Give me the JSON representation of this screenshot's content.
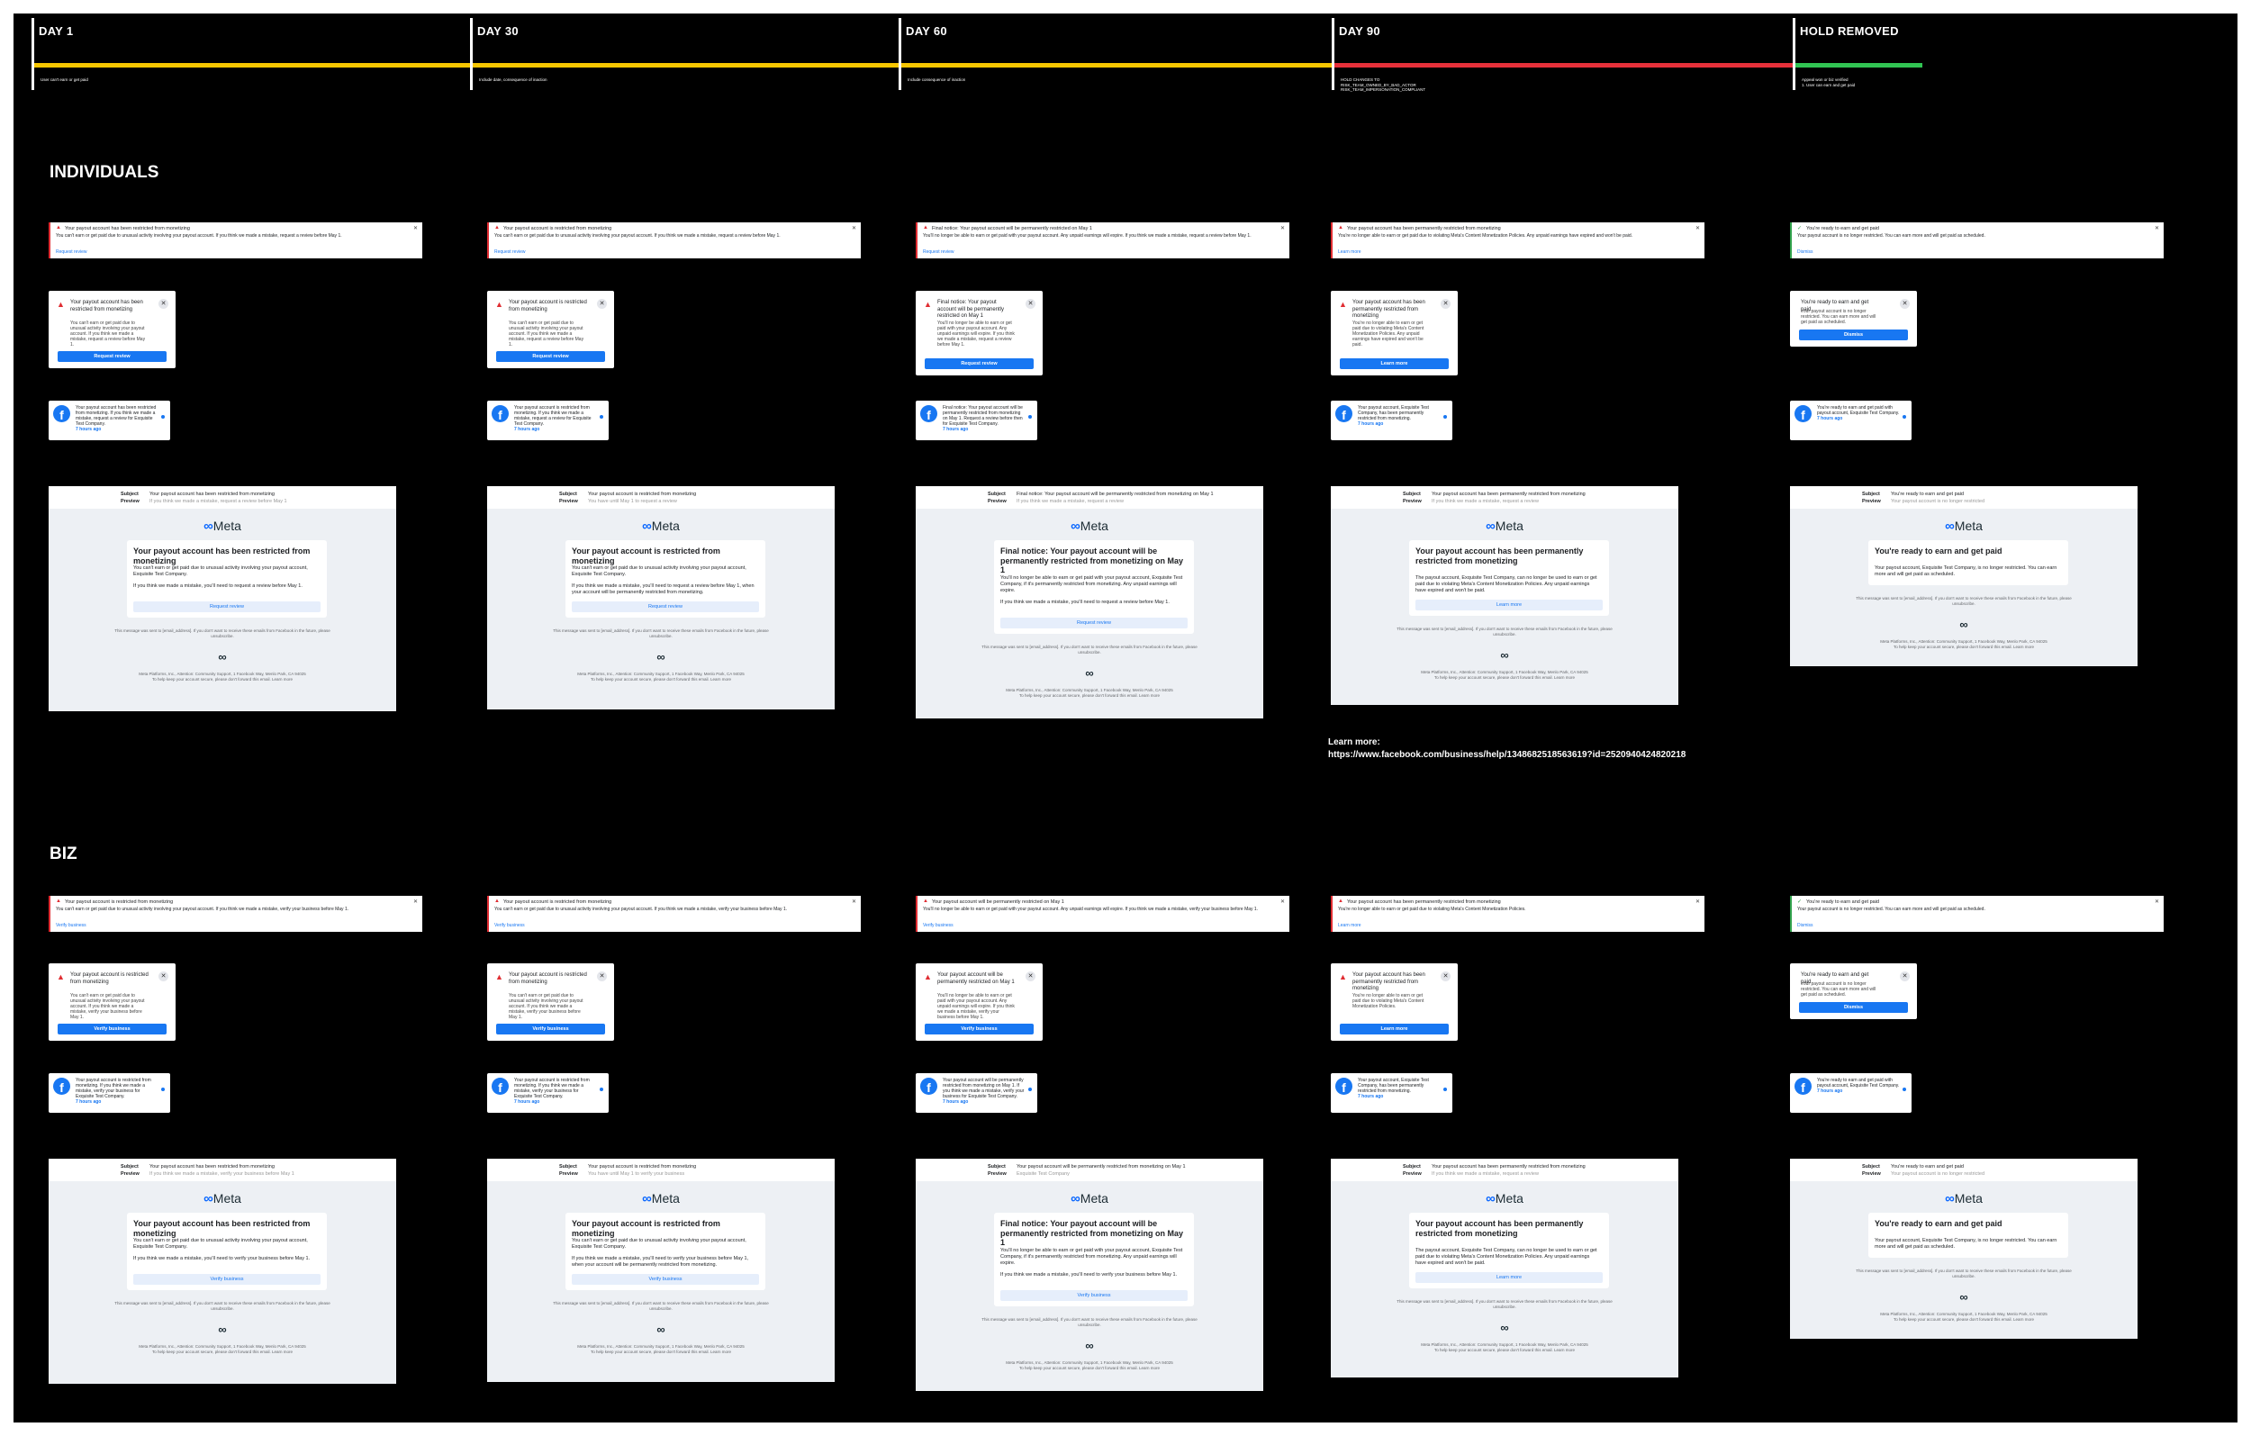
{
  "timeline": {
    "milestones": [
      {
        "label": "DAY 1"
      },
      {
        "label": "DAY 30"
      },
      {
        "label": "DAY 60"
      },
      {
        "label": "DAY 90"
      },
      {
        "label": "HOLD REMOVED"
      }
    ],
    "segments": [
      {
        "text": "User can't earn or get paid",
        "color": "#f7c600"
      },
      {
        "text": "Include date, consequence of inaction",
        "color": "#f7c600"
      },
      {
        "text": "Include consequence of inaction",
        "color": "#f7c600"
      },
      {
        "text": "HOLD CHANGES TO\nRISK_TEAM_OWNED_BY_BAD_ACTOR\nRISK_TEAM_IMPERSONATION_COMPLIANT",
        "color": "#e6303a"
      },
      {
        "text": "Appeal won or biz verified\n1. User can earn and get paid",
        "color": "#31c453"
      }
    ]
  },
  "sections": {
    "individuals": "INDIVIDUALS",
    "biz": "BIZ"
  },
  "learn_more": {
    "label": "Learn more:",
    "url": "https://www.facebook.com/business/help/1348682518563619?id=2520940424820218"
  },
  "email_common": {
    "subject_label": "Subject",
    "preview_label": "Preview",
    "logo": "Meta",
    "note": "This message was sent to [email_address]. If you don't want to receive these emails from Facebook in the future, please unsubscribe.",
    "infinity": "∞",
    "footer": "Meta Platforms, Inc., Attention: Community Support, 1 Facebook Way, Menlo Park, CA 94025\nTo help keep your account secure, please don't forward this email. Learn more"
  },
  "icons": {
    "warning": "warning-icon",
    "check": "check-circle-icon",
    "close": "close-icon",
    "facebook": "facebook-logo-icon",
    "meta": "meta-logo-icon"
  },
  "rows": {
    "individuals": [
      {
        "status": "red",
        "banner": {
          "title": "Your payout account has been restricted from monetizing",
          "body": "You can't earn or get paid due to unusual activity involving your payout account. If you think we made a mistake, request a review before May 1.",
          "link": "Request review"
        },
        "popover": {
          "title": "Your payout account has been restricted from monetizing",
          "body": "You can't earn or get paid due to unusual activity involving your payout account. If you think we made a mistake, request a review before May 1.",
          "button": "Request review"
        },
        "notification": {
          "text": "Your payout account has been restricted from monetizing. If you think we made a mistake, request a review for Exquisite Test Company.",
          "time": "7 hours ago"
        },
        "email": {
          "subject": "Your payout account has been restricted from monetizing",
          "preview": "If you think we made a mistake, request a review before May 1",
          "title": "Your payout account has been restricted from monetizing",
          "body1": "You can't earn or get paid due to unusual activity involving your payout account, Exquisite Test Company.",
          "body2": "If you think we made a mistake, you'll need to request a review before May 1.",
          "button": "Request review"
        }
      },
      {
        "status": "red",
        "banner": {
          "title": "Your payout account is restricted from monetizing",
          "body": "You can't earn or get paid due to unusual activity involving your payout account. If you think we made a mistake, request a review before May 1.",
          "link": "Request review"
        },
        "popover": {
          "title": "Your payout account is restricted from monetizing",
          "body": "You can't earn or get paid due to unusual activity involving your payout account. If you think we made a mistake, request a review before May 1.",
          "button": "Request review"
        },
        "notification": {
          "text": "Your payout account is restricted from monetizing. If you think we made a mistake, request a review for Exquisite Test Company.",
          "time": "7 hours ago"
        },
        "email": {
          "subject": "Your payout account is restricted from monetizing",
          "preview": "You have until May 1 to request a review",
          "title": "Your payout account is restricted from monetizing",
          "body1": "You can't earn or get paid due to unusual activity involving your payout account, Exquisite Test Company.",
          "body2": "If you think we made a mistake, you'll need to request a review before May 1, when your account will be permanently restricted from monetizing.",
          "button": "Request review"
        }
      },
      {
        "status": "red",
        "banner": {
          "title": "Final notice: Your payout account will be permanently restricted on May 1",
          "body": "You'll no longer be able to earn or get paid with your payout account. Any unpaid earnings will expire. If you think we made a mistake, request a review before May 1.",
          "link": "Request review"
        },
        "popover": {
          "title": "Final notice: Your payout account will be permanently restricted on May 1",
          "body": "You'll no longer be able to earn or get paid with your payout account. Any unpaid earnings will expire. If you think we made a mistake, request a review before May 1.",
          "button": "Request review"
        },
        "notification": {
          "text": "Final notice: Your payout account will be permanently restricted from monetizing on May 1. Request a review before then for Exquisite Test Company.",
          "time": "7 hours ago"
        },
        "email": {
          "subject": "Final notice: Your payout account will be permanently restricted from monetizing on May 1",
          "preview": "If you think we made a mistake, request a review",
          "title": "Final notice: Your payout account will be permanently restricted from monetizing on May 1",
          "body1": "You'll no longer be able to earn or get paid with your payout account, Exquisite Test Company, if it's permanently restricted from monetizing. Any unpaid earnings will expire.",
          "body2": "If you think we made a mistake, you'll need to request a review before May 1.",
          "button": "Request review"
        }
      },
      {
        "status": "red",
        "banner": {
          "title": "Your payout account has been permanently restricted from monetizing",
          "body": "You're no longer able to earn or get paid due to violating Meta's Content Monetization Policies. Any unpaid earnings have expired and won't be paid.",
          "link": "Learn more"
        },
        "popover": {
          "title": "Your payout account has been permanently restricted from monetizing",
          "body": "You're no longer able to earn or get paid due to violating Meta's Content Monetization Policies. Any unpaid earnings have expired and won't be paid.",
          "button": "Learn more"
        },
        "notification": {
          "text": "Your payout account, Exquisite Test Company, has been permanently restricted from monetizing.",
          "time": "7 hours ago"
        },
        "email": {
          "subject": "Your payout account has been permanently restricted from monetizing",
          "preview": "If you think we made a mistake, request a review",
          "title": "Your payout account has been permanently restricted from monetizing",
          "body1": "The payout account, Exquisite Test Company, can no longer be used to earn or get paid due to violating Meta's Content Monetization Policies. Any unpaid earnings have expired and won't be paid.",
          "body2": "",
          "button": "Learn more"
        }
      },
      {
        "status": "green",
        "banner": {
          "title": "You're ready to earn and get paid",
          "body": "Your payout account is no longer restricted. You can earn more and will get paid as scheduled.",
          "link": "Dismiss"
        },
        "popover": {
          "title": "You're ready to earn and get paid",
          "body": "Your payout account is no longer restricted. You can earn more and will get paid as scheduled.",
          "button": "Dismiss"
        },
        "notification": {
          "text": "You're ready to earn and get paid with payout account, Exquisite Test Company.",
          "time": "7 hours ago"
        },
        "email": {
          "subject": "You're ready to earn and get paid",
          "preview": "Your payout account is no longer restricted",
          "title": "You're ready to earn and get paid",
          "body1": "Your payout account, Exquisite Test Company, is no longer restricted. You can earn more and will get paid as scheduled.",
          "body2": "",
          "button": ""
        }
      }
    ],
    "biz": [
      {
        "status": "red",
        "banner": {
          "title": "Your payout account is restricted from monetizing",
          "body": "You can't earn or get paid due to unusual activity involving your payout account. If you think we made a mistake, verify your business before May 1.",
          "link": "Verify business"
        },
        "popover": {
          "title": "Your payout account is restricted from monetizing",
          "body": "You can't earn or get paid due to unusual activity involving your payout account. If you think we made a mistake, verify your business before May 1.",
          "button": "Verify business"
        },
        "notification": {
          "text": "Your payout account is restricted from monetizing. If you think we made a mistake, verify your business for Exquisite Test Company.",
          "time": "7 hours ago"
        },
        "email": {
          "subject": "Your payout account has been restricted from monetizing",
          "preview": "If you think we made a mistake, verify your business before May 1",
          "title": "Your payout account has been restricted from monetizing",
          "body1": "You can't earn or get paid due to unusual activity involving your payout account, Exquisite Test Company.",
          "body2": "If you think we made a mistake, you'll need to verify your business before May 1.",
          "button": "Verify business"
        }
      },
      {
        "status": "red",
        "banner": {
          "title": "Your payout account is restricted from monetizing",
          "body": "You can't earn or get paid due to unusual activity involving your payout account. If you think we made a mistake, verify your business before May 1.",
          "link": "Verify business"
        },
        "popover": {
          "title": "Your payout account is restricted from monetizing",
          "body": "You can't earn or get paid due to unusual activity involving your payout account. If you think we made a mistake, verify your business before May 1.",
          "button": "Verify business"
        },
        "notification": {
          "text": "Your payout account is restricted from monetizing. If you think we made a mistake, verify your business for Exquisite Test Company.",
          "time": "7 hours ago"
        },
        "email": {
          "subject": "Your payout account is restricted from monetizing",
          "preview": "You have until May 1 to verify your business",
          "title": "Your payout account is restricted from monetizing",
          "body1": "You can't earn or get paid due to unusual activity involving your payout account, Exquisite Test Company.",
          "body2": "If you think we made a mistake, you'll need to verify your business before May 1, when your account will be permanently restricted from monetizing.",
          "button": "Verify business"
        }
      },
      {
        "status": "red",
        "banner": {
          "title": "Your payout account will be permanently restricted on May 1",
          "body": "You'll no longer be able to earn or get paid with your payout account. Any unpaid earnings will expire. If you think we made a mistake, verify your business before May 1.",
          "link": "Verify business"
        },
        "popover": {
          "title": "Your payout account will be permanently restricted on May 1",
          "body": "You'll no longer be able to earn or get paid with your payout account. Any unpaid earnings will expire. If you think we made a mistake, verify your business before May 1.",
          "button": "Verify business"
        },
        "notification": {
          "text": "Your payout account will be permanently restricted from monetizing on May 1. If you think we made a mistake, verify your business for Exquisite Test Company.",
          "time": "7 hours ago"
        },
        "email": {
          "subject": "Your payout account will be permanently restricted from monetizing on May 1",
          "preview": "Exquisite Test Company",
          "title": "Final notice: Your payout account will be permanently restricted from monetizing on May 1",
          "body1": "You'll no longer be able to earn or get paid with your payout account, Exquisite Test Company, if it's permanently restricted from monetizing. Any unpaid earnings will expire.",
          "body2": "If you think we made a mistake, you'll need to verify your business before May 1.",
          "button": "Verify business"
        }
      },
      {
        "status": "red",
        "banner": {
          "title": "Your payout account has been permanently restricted from monetizing",
          "body": "You're no longer able to earn or get paid due to violating Meta's Content Monetization Policies.",
          "link": "Learn more"
        },
        "popover": {
          "title": "Your payout account has been permanently restricted from monetizing",
          "body": "You're no longer able to earn or get paid due to violating Meta's Content Monetization Policies.",
          "button": "Learn more"
        },
        "notification": {
          "text": "Your payout account, Exquisite Test Company, has been permanently restricted from monetizing.",
          "time": "7 hours ago"
        },
        "email": {
          "subject": "Your payout account has been permanently restricted from monetizing",
          "preview": "If you think we made a mistake, request a review",
          "title": "Your payout account has been permanently restricted from monetizing",
          "body1": "The payout account, Exquisite Test Company, can no longer be used to earn or get paid due to violating Meta's Content Monetization Policies. Any unpaid earnings have expired and won't be paid.",
          "body2": "",
          "button": "Learn more"
        }
      },
      {
        "status": "green",
        "banner": {
          "title": "You're ready to earn and get paid",
          "body": "Your payout account is no longer restricted. You can earn more and will get paid as scheduled.",
          "link": "Dismiss"
        },
        "popover": {
          "title": "You're ready to earn and get paid",
          "body": "Your payout account is no longer restricted. You can earn more and will get paid as scheduled.",
          "button": "Dismiss"
        },
        "notification": {
          "text": "You're ready to earn and get paid with payout account, Exquisite Test Company.",
          "time": "7 hours ago"
        },
        "email": {
          "subject": "You're ready to earn and get paid",
          "preview": "Your payout account is no longer restricted",
          "title": "You're ready to earn and get paid",
          "body1": "Your payout account, Exquisite Test Company, is no longer restricted. You can earn more and will get paid as scheduled.",
          "body2": "",
          "button": ""
        }
      }
    ]
  }
}
